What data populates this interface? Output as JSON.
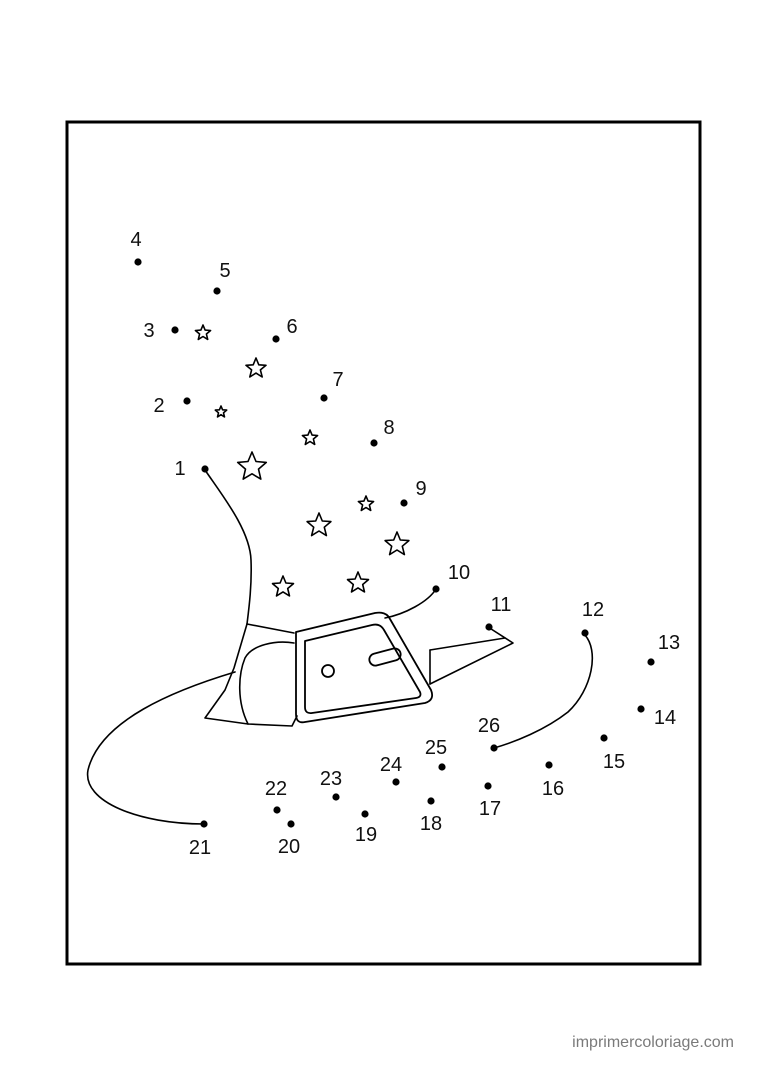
{
  "dots": [
    "1",
    "2",
    "3",
    "4",
    "5",
    "6",
    "7",
    "8",
    "9",
    "10",
    "11",
    "12",
    "13",
    "14",
    "15",
    "16",
    "17",
    "18",
    "19",
    "20",
    "21",
    "22",
    "23",
    "24",
    "25",
    "26"
  ],
  "watermark": "imprimercoloriage.com"
}
